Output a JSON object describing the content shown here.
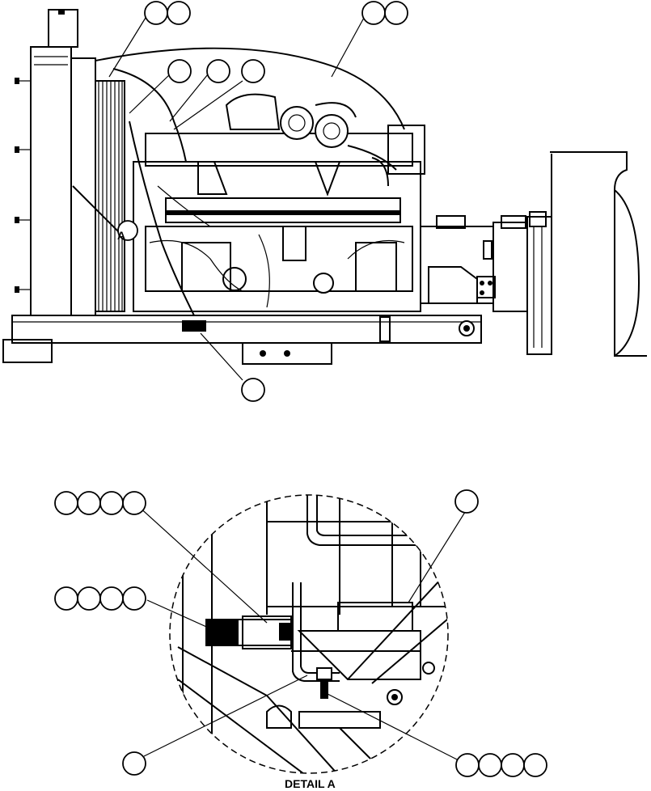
{
  "drawing": {
    "detail_marker": "A",
    "detail_caption": "DETAIL A"
  },
  "callout_groups": [
    {
      "id": "top-left-pair",
      "count": 2
    },
    {
      "id": "top-right-pair",
      "count": 2
    },
    {
      "id": "upper-triple",
      "count": 3
    },
    {
      "id": "frame-single",
      "count": 1
    },
    {
      "id": "detail-upper-left-quad",
      "count": 4
    },
    {
      "id": "detail-upper-right-single",
      "count": 1
    },
    {
      "id": "detail-mid-left-quad",
      "count": 4
    },
    {
      "id": "detail-lower-left-single",
      "count": 1
    },
    {
      "id": "detail-lower-right-quad",
      "count": 4
    }
  ]
}
